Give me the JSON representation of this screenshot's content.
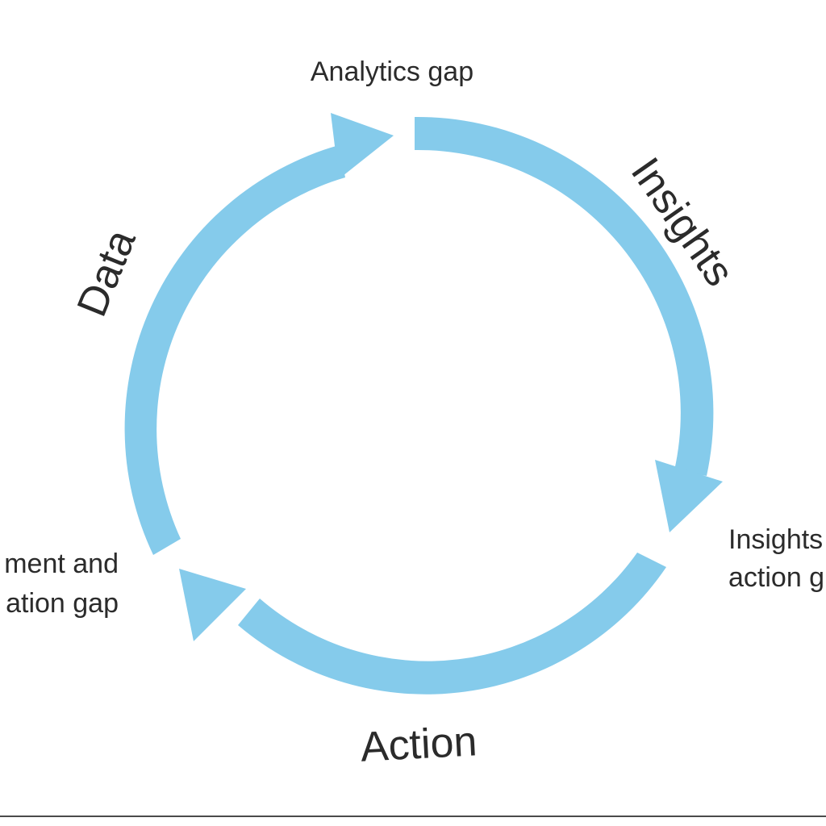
{
  "diagram": {
    "arrow_color": "#85cbeb",
    "text_color": "#2b2b2b",
    "rule_color": "#4a4a4a",
    "gaps": {
      "top": "Analytics gap",
      "right_line1": "Insights",
      "right_line2": "action g",
      "left_line1": "ment and",
      "left_line2": "ation gap"
    },
    "arcs": {
      "data": "Data",
      "insights": "Insights",
      "action": "Action"
    }
  }
}
